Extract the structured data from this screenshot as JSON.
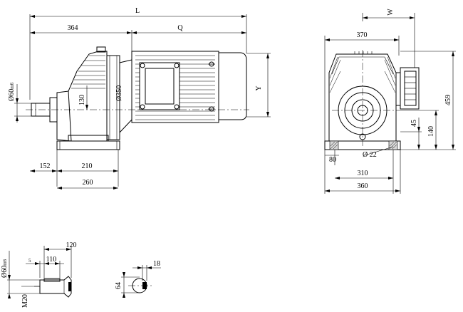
{
  "front_view": {
    "overall_length_label": "L",
    "motor_length_label": "Q",
    "motor_height_label": "Y",
    "reducer_length": "364",
    "flange_diameter": "Ø350",
    "shaft_diameter": "Ø60",
    "shaft_tolerance": "m6",
    "shaft_center_height": "130",
    "shaft_to_foot_hole": "152",
    "foot_hole_spacing": "210",
    "foot_length": "260"
  },
  "side_view": {
    "motor_offset_label": "W",
    "overall_width": "370",
    "overall_height": "459",
    "center_height": "140",
    "foot_thickness": "45",
    "foot_edge": "80",
    "hole_diameter": "Ø 22",
    "hole_spacing": "310",
    "foot_width": "360"
  },
  "shaft_detail": {
    "shaft_diameter": "Ø60",
    "shaft_tolerance": "m6",
    "thread": "M20",
    "key_length": "110",
    "key_offset": "5",
    "shaft_length": "120"
  },
  "key_section": {
    "key_width": "18",
    "depth": "64"
  }
}
